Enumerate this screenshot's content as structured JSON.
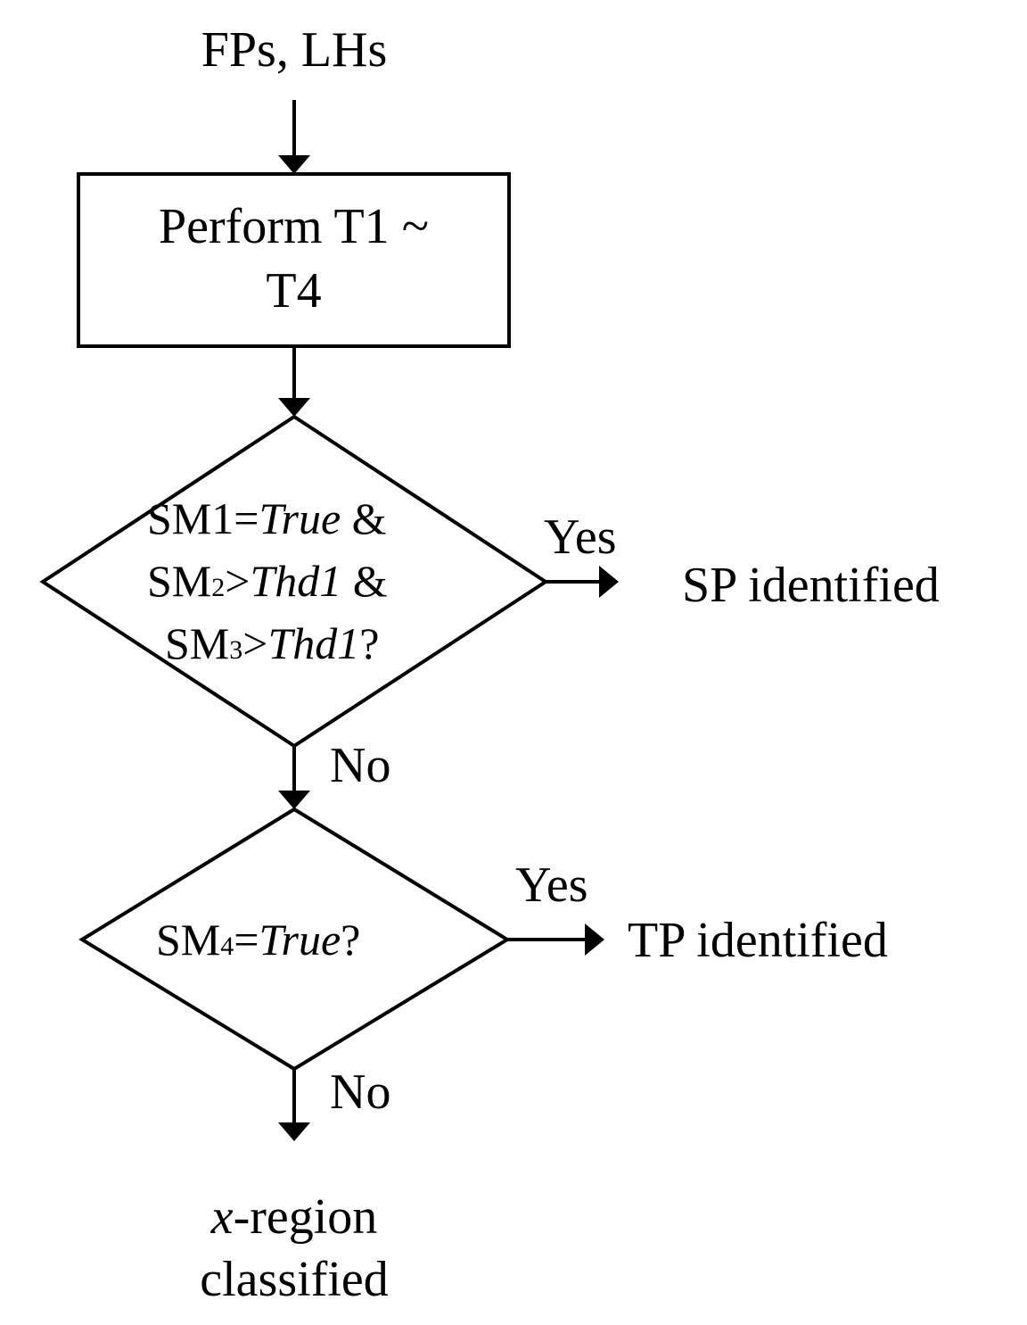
{
  "input_label": "FPs, LHs",
  "process_box": {
    "line1": "Perform T1 ~",
    "line2": "T4"
  },
  "decision1": {
    "line1": {
      "pre": "SM1=",
      "em": "True",
      "post": " &"
    },
    "line2": {
      "pre": "SM",
      "sub": "2",
      "mid": ">",
      "em": "Thd1",
      "post": " &"
    },
    "line3": {
      "pre": "SM",
      "sub": "3",
      "mid": ">",
      "em": "Thd1",
      "post": "?"
    },
    "yes_label": "Yes",
    "no_label": "No",
    "yes_result": "SP identified"
  },
  "decision2": {
    "line1": {
      "pre": "SM",
      "sub": "4",
      "mid": "=",
      "em": "True",
      "post": "?"
    },
    "yes_label": "Yes",
    "no_label": "No",
    "yes_result": "TP identified"
  },
  "final_result": {
    "line1_var": "x",
    "line1_rest": "-region",
    "line2": "classified"
  }
}
